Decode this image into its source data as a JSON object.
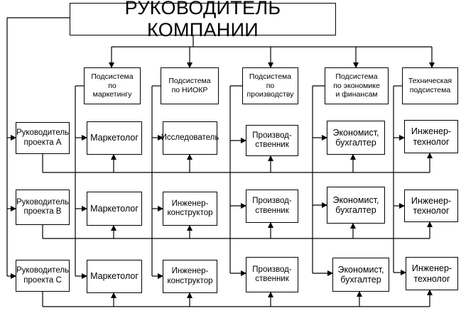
{
  "head": {
    "title": "РУКОВОДИТЕЛЬ КОМПАНИИ"
  },
  "subsystems": [
    {
      "id": "marketing",
      "label": "Подсистема\nпо\nмаркетингу"
    },
    {
      "id": "niokr",
      "label": "Подсистема\nпо НИОКР"
    },
    {
      "id": "production",
      "label": "Подсистема\nпо\nпроизводству"
    },
    {
      "id": "economics",
      "label": "Подсистема\nпо экономике\nи финансам"
    },
    {
      "id": "technical",
      "label": "Техническая\nподсистема"
    }
  ],
  "project_managers": [
    {
      "id": "a",
      "label": "Руководитель\nпроекта А"
    },
    {
      "id": "b",
      "label": "Руководитель\nпроекта В"
    },
    {
      "id": "c",
      "label": "Руководитель\nпроекта С"
    }
  ],
  "rows": [
    {
      "roles": [
        "Маркетолог",
        "Исследователь",
        "Производ-\nственник",
        "Экономист,\nбухгалтер",
        "Инженер-\nтехнолог"
      ]
    },
    {
      "roles": [
        "Маркетолог",
        "Инженер-\nконструктор",
        "Производ-\nственник",
        "Экономист,\nбухгалтер",
        "Инженер-\nтехнолог"
      ]
    },
    {
      "roles": [
        "Маркетолог",
        "Инженер-\nконструктор",
        "Производ-\nственник",
        "Экономист,\nбухгалтер",
        "Инженер-\nтехнолог"
      ]
    }
  ]
}
